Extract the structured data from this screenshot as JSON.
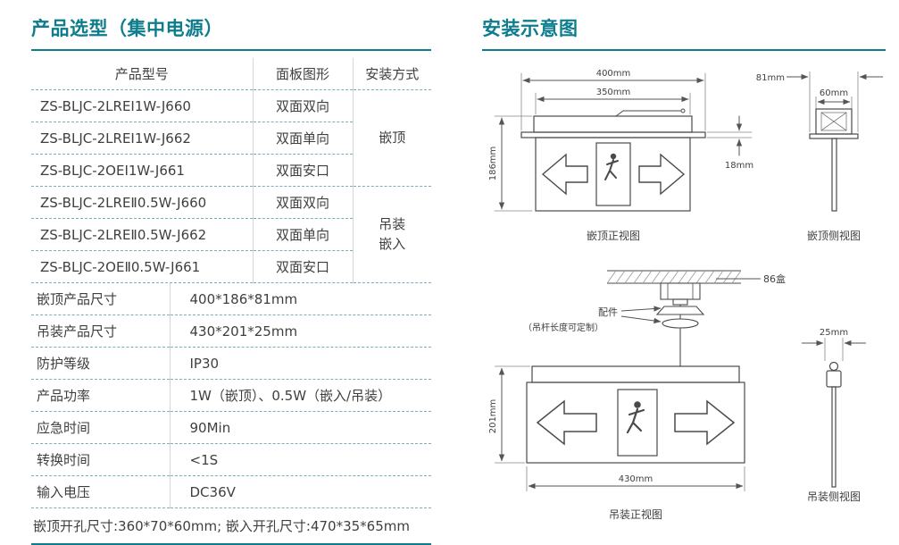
{
  "left": {
    "title": "产品选型（集中电源）",
    "table": {
      "headers": [
        "产品型号",
        "面板图形",
        "安装方式"
      ],
      "rows": [
        {
          "model": "ZS-BLJC-2LREⅠ1W-J660",
          "panel": "双面双向"
        },
        {
          "model": "ZS-BLJC-2LREⅠ1W-J662",
          "panel": "双面单向"
        },
        {
          "model": "ZS-BLJC-2OEⅠ1W-J661",
          "panel": "双面安口"
        },
        {
          "model": "ZS-BLJC-2LREⅡ0.5W-J660",
          "panel": "双面双向"
        },
        {
          "model": "ZS-BLJC-2LREⅡ0.5W-J662",
          "panel": "双面单向"
        },
        {
          "model": "ZS-BLJC-2OEⅡ0.5W-J661",
          "panel": "双面安口"
        }
      ],
      "install_groups": [
        {
          "label": "嵌顶"
        },
        {
          "label": "吊装\n嵌入"
        }
      ]
    },
    "specs": [
      {
        "label": "嵌顶产品尺寸",
        "value": "400*186*81mm"
      },
      {
        "label": "吊装产品尺寸",
        "value": "430*201*25mm"
      },
      {
        "label": "防护等级",
        "value": "IP30"
      },
      {
        "label": "产品功率",
        "value": "1W（嵌顶）、0.5W（嵌入/吊装）"
      },
      {
        "label": "应急时间",
        "value": "90Min"
      },
      {
        "label": "转换时间",
        "value": "<1S"
      },
      {
        "label": "输入电压",
        "value": "DC36V"
      }
    ],
    "footer": "嵌顶开孔尺寸:360*70*60mm; 嵌入开孔尺寸:470*35*65mm"
  },
  "right": {
    "title": "安装示意图",
    "diagrams": {
      "recessed_front": {
        "caption": "嵌顶正视图",
        "dim_width": "400mm",
        "dim_panel": "350mm",
        "dim_height": "186mm",
        "dim_flange": "18mm"
      },
      "recessed_side": {
        "caption": "嵌顶侧视图",
        "dim_width": "81mm",
        "dim_inner": "60mm"
      },
      "pendant_front": {
        "caption": "吊装正视图",
        "dim_height": "201mm",
        "dim_width": "430mm",
        "junction_box": "86盒",
        "accessory": "配件",
        "accessory_note": "（吊杆长度可定制）"
      },
      "pendant_side": {
        "caption": "吊装侧视图",
        "dim_width": "25mm"
      }
    }
  },
  "colors": {
    "accent": "#0d7c8d",
    "dashed_rule": "#7aafb9",
    "drawing_line": "#4a4a4a"
  }
}
